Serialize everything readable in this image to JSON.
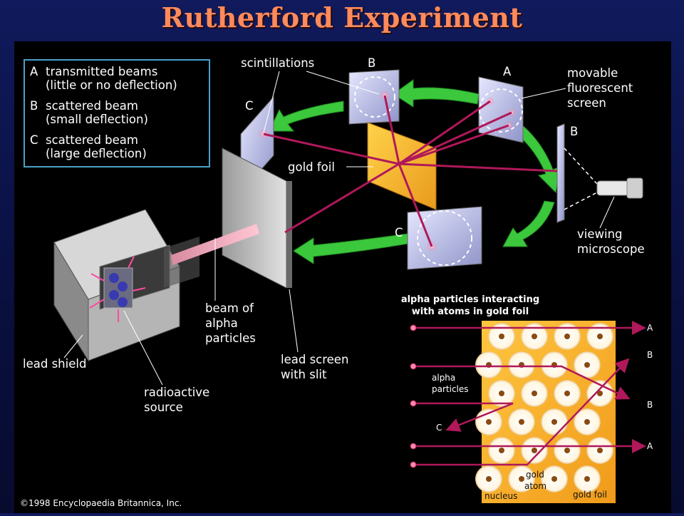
{
  "title": "Rutherford Experiment",
  "legend": [
    {
      "letter": "A",
      "line1": "transmitted beams",
      "line2": "(little or no deflection)"
    },
    {
      "letter": "B",
      "line1": "scattered beam",
      "line2": "(small deflection)"
    },
    {
      "letter": "C",
      "line1": "scattered beam",
      "line2": "(large deflection)"
    }
  ],
  "labels": {
    "scintillations": "scintillations",
    "screen_b_top": "B",
    "screen_a_top": "A",
    "screen_c_left": "C",
    "screen_b_right": "B",
    "screen_c_bottom": "C",
    "movable_screen": [
      "movable",
      "fluorescent",
      "screen"
    ],
    "gold_foil": "gold foil",
    "viewing_microscope": [
      "viewing",
      "microscope"
    ],
    "beam": [
      "beam of",
      "alpha",
      "particles"
    ],
    "lead_shield": "lead shield",
    "lead_screen": [
      "lead screen",
      "with slit"
    ],
    "radioactive_source": [
      "radioactive",
      "source"
    ]
  },
  "inset": {
    "title": [
      "alpha particles interacting",
      "with atoms in gold foil"
    ],
    "alpha_particles": [
      "alpha",
      "particles"
    ],
    "out_A1": "A",
    "out_B1": "B",
    "out_B2": "B",
    "out_C": "C",
    "out_A2": "A",
    "gold_atom": [
      "gold",
      "atom"
    ],
    "nucleus": "nucleus",
    "gold_foil": "gold foil"
  },
  "credit": "©1998 Encyclopaedia Britannica, Inc.",
  "colors": {
    "title": "#ff8a5c",
    "beam": "#b0185a",
    "arrow": "#3cc83c",
    "foil": "#f7b733",
    "screen": "#b9bde0",
    "legend_border": "#4aa0c8"
  }
}
